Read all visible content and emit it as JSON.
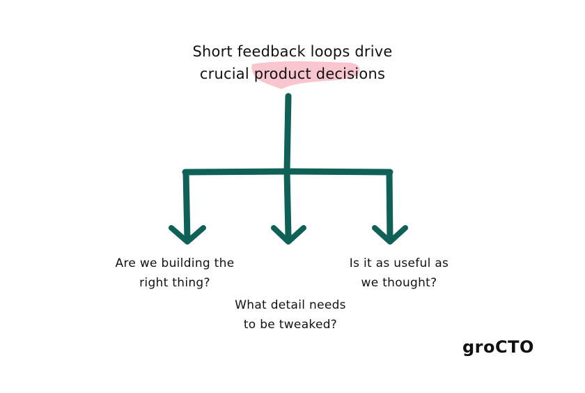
{
  "diagram": {
    "title_lines": [
      "Short feedback loops drive",
      "crucial product decisions"
    ],
    "branches": [
      {
        "lines": [
          "Are we building the",
          "right thing?"
        ]
      },
      {
        "lines": [
          "What detail needs",
          "to be tweaked?"
        ]
      },
      {
        "lines": [
          "Is it as useful as",
          "we thought?"
        ]
      }
    ],
    "brand": "groCTO",
    "colors": {
      "arrow": "#0f6157",
      "highlight": "#f9c3cc",
      "text": "#111111",
      "background": "#ffffff"
    }
  }
}
